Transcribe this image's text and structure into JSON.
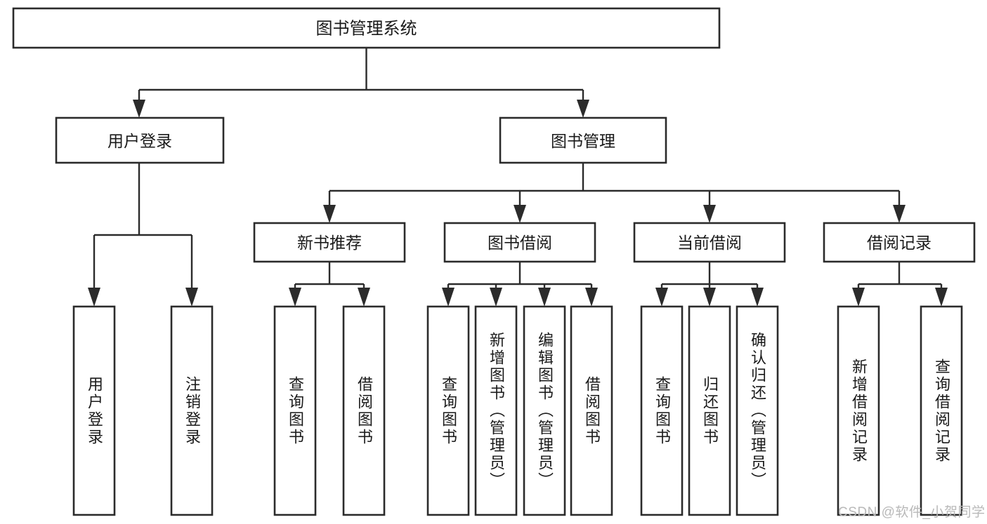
{
  "diagram": {
    "type": "tree",
    "title": "图书管理系统",
    "watermark": "CSDN @软件_小贺同学",
    "colors": {
      "box_stroke": "#2b2b2b",
      "box_fill": "#ffffff",
      "text": "#1a1a1a",
      "watermark": "#b9b9b9",
      "background": "#ffffff"
    },
    "nodes": {
      "root": {
        "label": "图书管理系统"
      },
      "level2": [
        {
          "id": "user-login",
          "label": "用户登录"
        },
        {
          "id": "book-manage",
          "label": "图书管理"
        }
      ],
      "level3": [
        {
          "id": "new-book-recommend",
          "label": "新书推荐"
        },
        {
          "id": "book-borrow",
          "label": "图书借阅"
        },
        {
          "id": "current-borrow",
          "label": "当前借阅"
        },
        {
          "id": "borrow-record",
          "label": "借阅记录"
        }
      ],
      "leaves": [
        {
          "id": "leaf-user-login",
          "label": "用户登录",
          "parent": "user-login"
        },
        {
          "id": "leaf-logout-login",
          "label": "注销登录",
          "parent": "user-login"
        },
        {
          "id": "leaf-query-book-1",
          "label": "查询图书",
          "parent": "new-book-recommend"
        },
        {
          "id": "leaf-borrow-book-1",
          "label": "借阅图书",
          "parent": "new-book-recommend"
        },
        {
          "id": "leaf-query-book-2",
          "label": "查询图书",
          "parent": "book-borrow"
        },
        {
          "id": "leaf-add-book",
          "label": "新增图书（管理员）",
          "parent": "book-borrow"
        },
        {
          "id": "leaf-edit-book",
          "label": "编辑图书（管理员）",
          "parent": "book-borrow"
        },
        {
          "id": "leaf-borrow-book-2",
          "label": "借阅图书",
          "parent": "book-borrow"
        },
        {
          "id": "leaf-query-book-3",
          "label": "查询图书",
          "parent": "current-borrow"
        },
        {
          "id": "leaf-return-book",
          "label": "归还图书",
          "parent": "current-borrow"
        },
        {
          "id": "leaf-confirm-return",
          "label": "确认归还（管理员）",
          "parent": "current-borrow"
        },
        {
          "id": "leaf-add-record",
          "label": "新增借阅记录",
          "parent": "borrow-record"
        },
        {
          "id": "leaf-query-record",
          "label": "查询借阅记录",
          "parent": "borrow-record"
        }
      ]
    }
  }
}
